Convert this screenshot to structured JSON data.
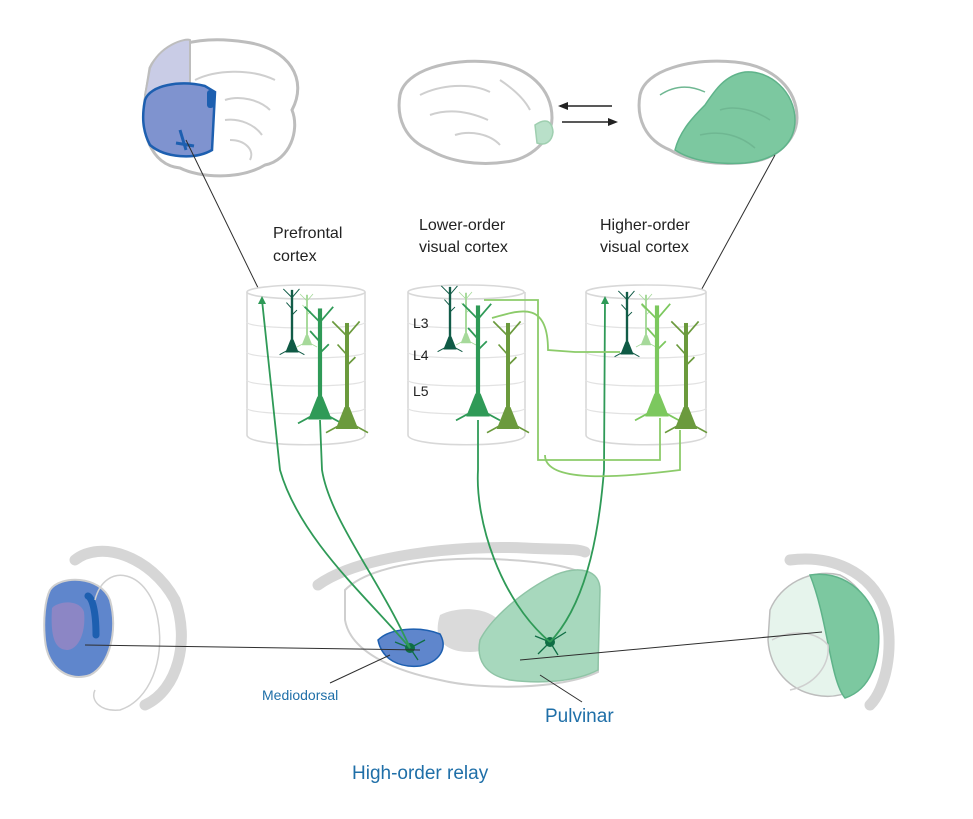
{
  "labels": {
    "prefrontal": [
      "Prefrontal",
      "cortex"
    ],
    "lower_visual": [
      "Lower-order",
      "visual cortex"
    ],
    "higher_visual": [
      "Higher-order",
      "visual cortex"
    ],
    "layers": [
      "L3",
      "L4",
      "L5"
    ],
    "mediodorsal": "Mediodorsal",
    "pulvinar": "Pulvinar",
    "relay_title": "High-order relay"
  },
  "colors": {
    "prefrontal_blue": "#7f93cf",
    "md_blue": "#5f86cc",
    "dark_blue": "#1d5fb0",
    "visual_green_light": "#b9e0c9",
    "visual_green": "#7cc8a0",
    "pulvinar_green": "#a7d8bd",
    "neuron_darkest": "#0f5a45",
    "neuron_dark": "#2f9a57",
    "neuron_mid": "#6b9a3d",
    "neuron_light": "#a6d99a",
    "label_blue": "#1f6fa8"
  },
  "icons": [
    "brain-medial-icon",
    "brain-lateral-icon",
    "cortical-column-icon",
    "pyramidal-neuron-icon",
    "thalamus-icon",
    "bidirectional-arrow-icon"
  ]
}
